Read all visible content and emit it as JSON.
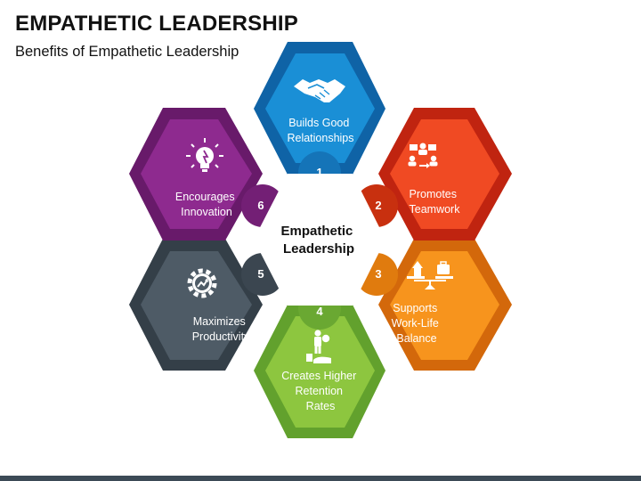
{
  "title": "EMPATHETIC LEADERSHIP",
  "subtitle": "Benefits of Empathetic Leadership",
  "center": {
    "lines": [
      "Empathetic",
      "Leadership"
    ]
  },
  "segments": [
    {
      "number": "1",
      "lines": [
        "Builds Good",
        "Relationships"
      ],
      "icon": "handshake-icon",
      "color": "#1a8fd6",
      "border": "#0f63a6",
      "circle": "#1574b8"
    },
    {
      "number": "2",
      "lines": [
        "Promotes",
        "Teamwork"
      ],
      "icon": "teamwork-icon",
      "color": "#f04a23",
      "border": "#c02410",
      "circle": "#c8300f"
    },
    {
      "number": "3",
      "lines": [
        "Supports",
        "Work-Life",
        "Balance"
      ],
      "icon": "balance-scale-icon",
      "color": "#f7941d",
      "border": "#d3680b",
      "circle": "#e07b0e"
    },
    {
      "number": "4",
      "lines": [
        "Creates Higher",
        "Retention",
        "Rates"
      ],
      "icon": "employee-retention-icon",
      "color": "#8dc63f",
      "border": "#62a12d",
      "circle": "#6aa832"
    },
    {
      "number": "5",
      "lines": [
        "Maximizes",
        "Productivity"
      ],
      "icon": "gear-growth-icon",
      "color": "#4e5b66",
      "border": "#343f48",
      "circle": "#3b4650"
    },
    {
      "number": "6",
      "lines": [
        "Encourages",
        "Innovation"
      ],
      "icon": "lightbulb-icon",
      "color": "#8e2a8f",
      "border": "#681a6a",
      "circle": "#731f75"
    }
  ]
}
